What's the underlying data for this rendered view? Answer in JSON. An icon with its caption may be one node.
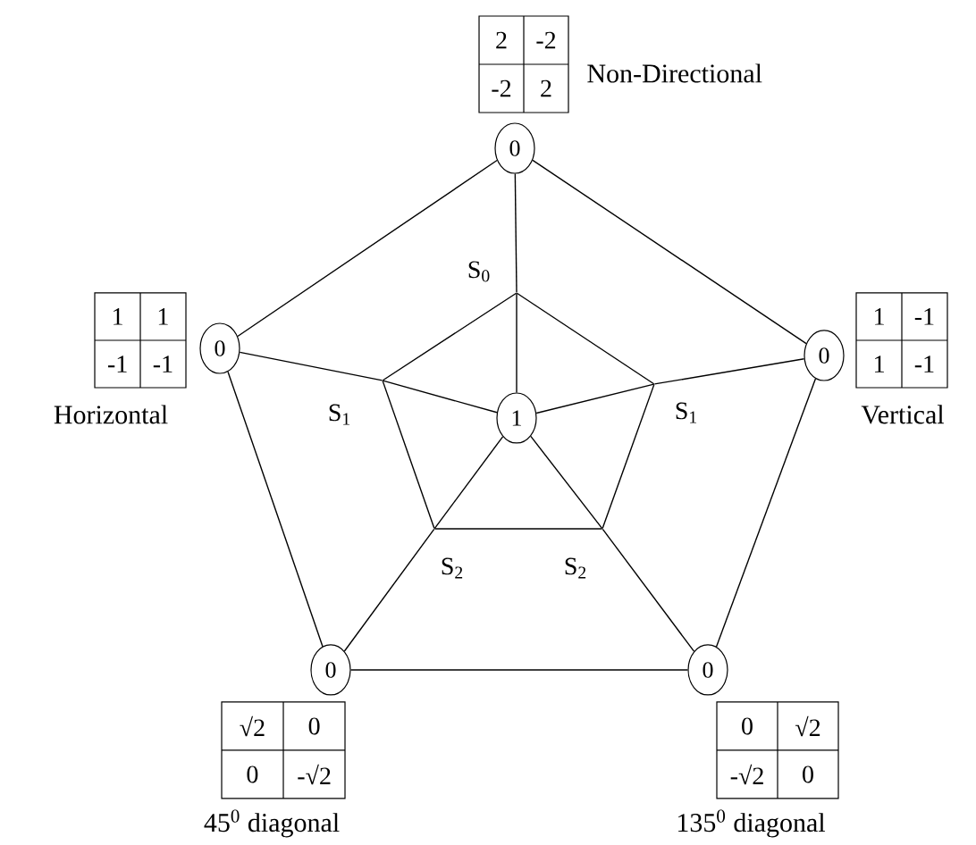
{
  "diagram": {
    "nodes": [
      {
        "text": [
          "0"
        ]
      },
      {
        "text": [
          "0"
        ]
      },
      {
        "text": [
          "0"
        ]
      },
      {
        "text": [
          "0"
        ]
      },
      {
        "text": [
          "0"
        ]
      },
      {
        "text": [
          "1"
        ]
      },
      {
        "text": [],
        "shape": "point",
        "beside": [
          "S$_{0}$"
        ]
      },
      {
        "text": [],
        "shape": "point",
        "beside": [
          "S$_{1}$"
        ]
      },
      {
        "text": [],
        "shape": "point",
        "beside": [
          "S$_{1}$"
        ]
      },
      {
        "text": [],
        "shape": "point",
        "beside": [
          "S$_{2}$"
        ]
      },
      {
        "text": [],
        "shape": "point",
        "beside": [
          "S$_{2}$"
        ]
      }
    ],
    "edges": [
      {
        "from": 0,
        "to": 1,
        "arrow": "none"
      },
      {
        "from": 0,
        "to": 2,
        "arrow": "none"
      },
      {
        "from": 1,
        "to": 3,
        "arrow": "none"
      },
      {
        "from": 2,
        "to": 4,
        "arrow": "none"
      },
      {
        "from": 3,
        "to": 4,
        "arrow": "none"
      },
      {
        "from": 0,
        "to": 6,
        "arrow": "none"
      },
      {
        "from": 1,
        "to": 7,
        "arrow": "none"
      },
      {
        "from": 2,
        "to": 8,
        "arrow": "none"
      },
      {
        "from": 3,
        "to": 9,
        "arrow": "none"
      },
      {
        "from": 4,
        "to": 10,
        "arrow": "none"
      },
      {
        "from": 6,
        "to": 5,
        "arrow": "none"
      },
      {
        "from": 7,
        "to": 5,
        "arrow": "none"
      },
      {
        "from": 8,
        "to": 5,
        "arrow": "none"
      },
      {
        "from": 9,
        "to": 5,
        "arrow": "none"
      },
      {
        "from": 10,
        "to": 5,
        "arrow": "none"
      },
      {
        "from": 6,
        "to": 7,
        "arrow": "none"
      },
      {
        "from": 6,
        "to": 8,
        "arrow": "none"
      },
      {
        "from": 7,
        "to": 9,
        "arrow": "none"
      },
      {
        "from": 8,
        "to": 10,
        "arrow": "none"
      },
      {
        "from": 9,
        "to": 10,
        "arrow": "none"
      }
    ],
    "labels": [
      "2",
      "-2",
      "-2",
      "2",
      "Non-Directional",
      "1",
      "1",
      "-1",
      "-1",
      "Horizontal",
      "1",
      "-1",
      "1",
      "-1",
      "Vertical",
      "√2",
      "0",
      "0",
      "-√2",
      "45$^{0}$ diagonal",
      "0",
      "√2",
      "-√2",
      "0",
      "135$^{0}$ diagonal"
    ]
  }
}
